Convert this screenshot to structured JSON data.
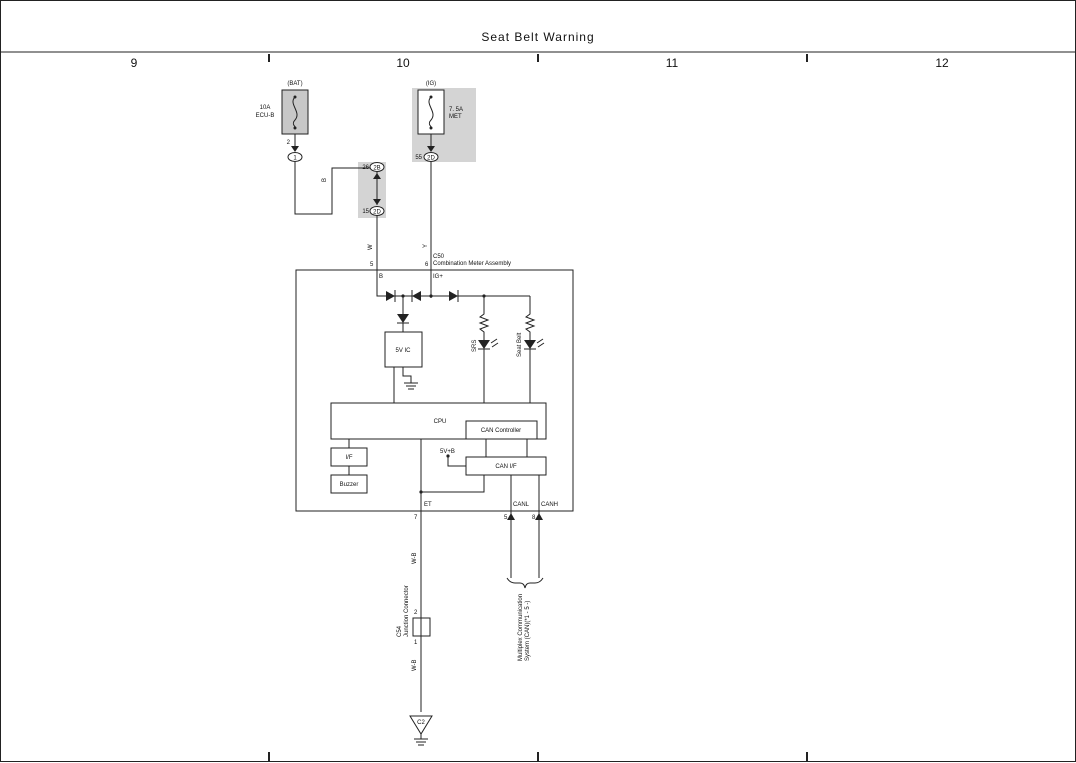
{
  "title": "Seat Belt Warning",
  "columns": [
    "9",
    "10",
    "11",
    "12"
  ],
  "fuses": [
    {
      "tag": "(BAT)",
      "rating": "10A",
      "name": "ECU-B",
      "pin": "2",
      "connector": "1"
    },
    {
      "tag": "(IG)",
      "rating": "7. 5A",
      "name": "MET",
      "pin": "55",
      "connector": "2D"
    }
  ],
  "junction": {
    "top_pin": "26",
    "top_conn": "2B",
    "bot_pin": "15",
    "bot_conn": "2D"
  },
  "wire_colors": {
    "b": "B",
    "w": "W",
    "y": "Y",
    "wb_upper": "W-B",
    "wb_lower": "W-B"
  },
  "meter": {
    "id": "C50",
    "name": "Combination Meter Assembly",
    "pin_b_num": "5",
    "pin_b": "B",
    "pin_ig_num": "6",
    "pin_ig": "IG+",
    "pin_et_num": "7",
    "pin_et": "ET",
    "pin_canl_num": "5",
    "pin_canl": "CANL",
    "pin_canh_num": "8",
    "pin_canh": "CANH",
    "ic": "5V IC",
    "cpu": "CPU",
    "can_controller": "CAN Controller",
    "can_if": "CAN I/F",
    "if": "I/F",
    "buzzer": "Buzzer",
    "v5b": "5V+B",
    "led_srs": "SRS",
    "led_seatbelt": "Seat Belt"
  },
  "junction_connector": {
    "id": "C54",
    "name": "Junction Connector",
    "pin_top": "2",
    "pin_bot": "1"
  },
  "ground": "C2",
  "multiplex": {
    "line1": "Multiplex Communication",
    "line2": "System (CAN)(*1 - 5 -)"
  }
}
